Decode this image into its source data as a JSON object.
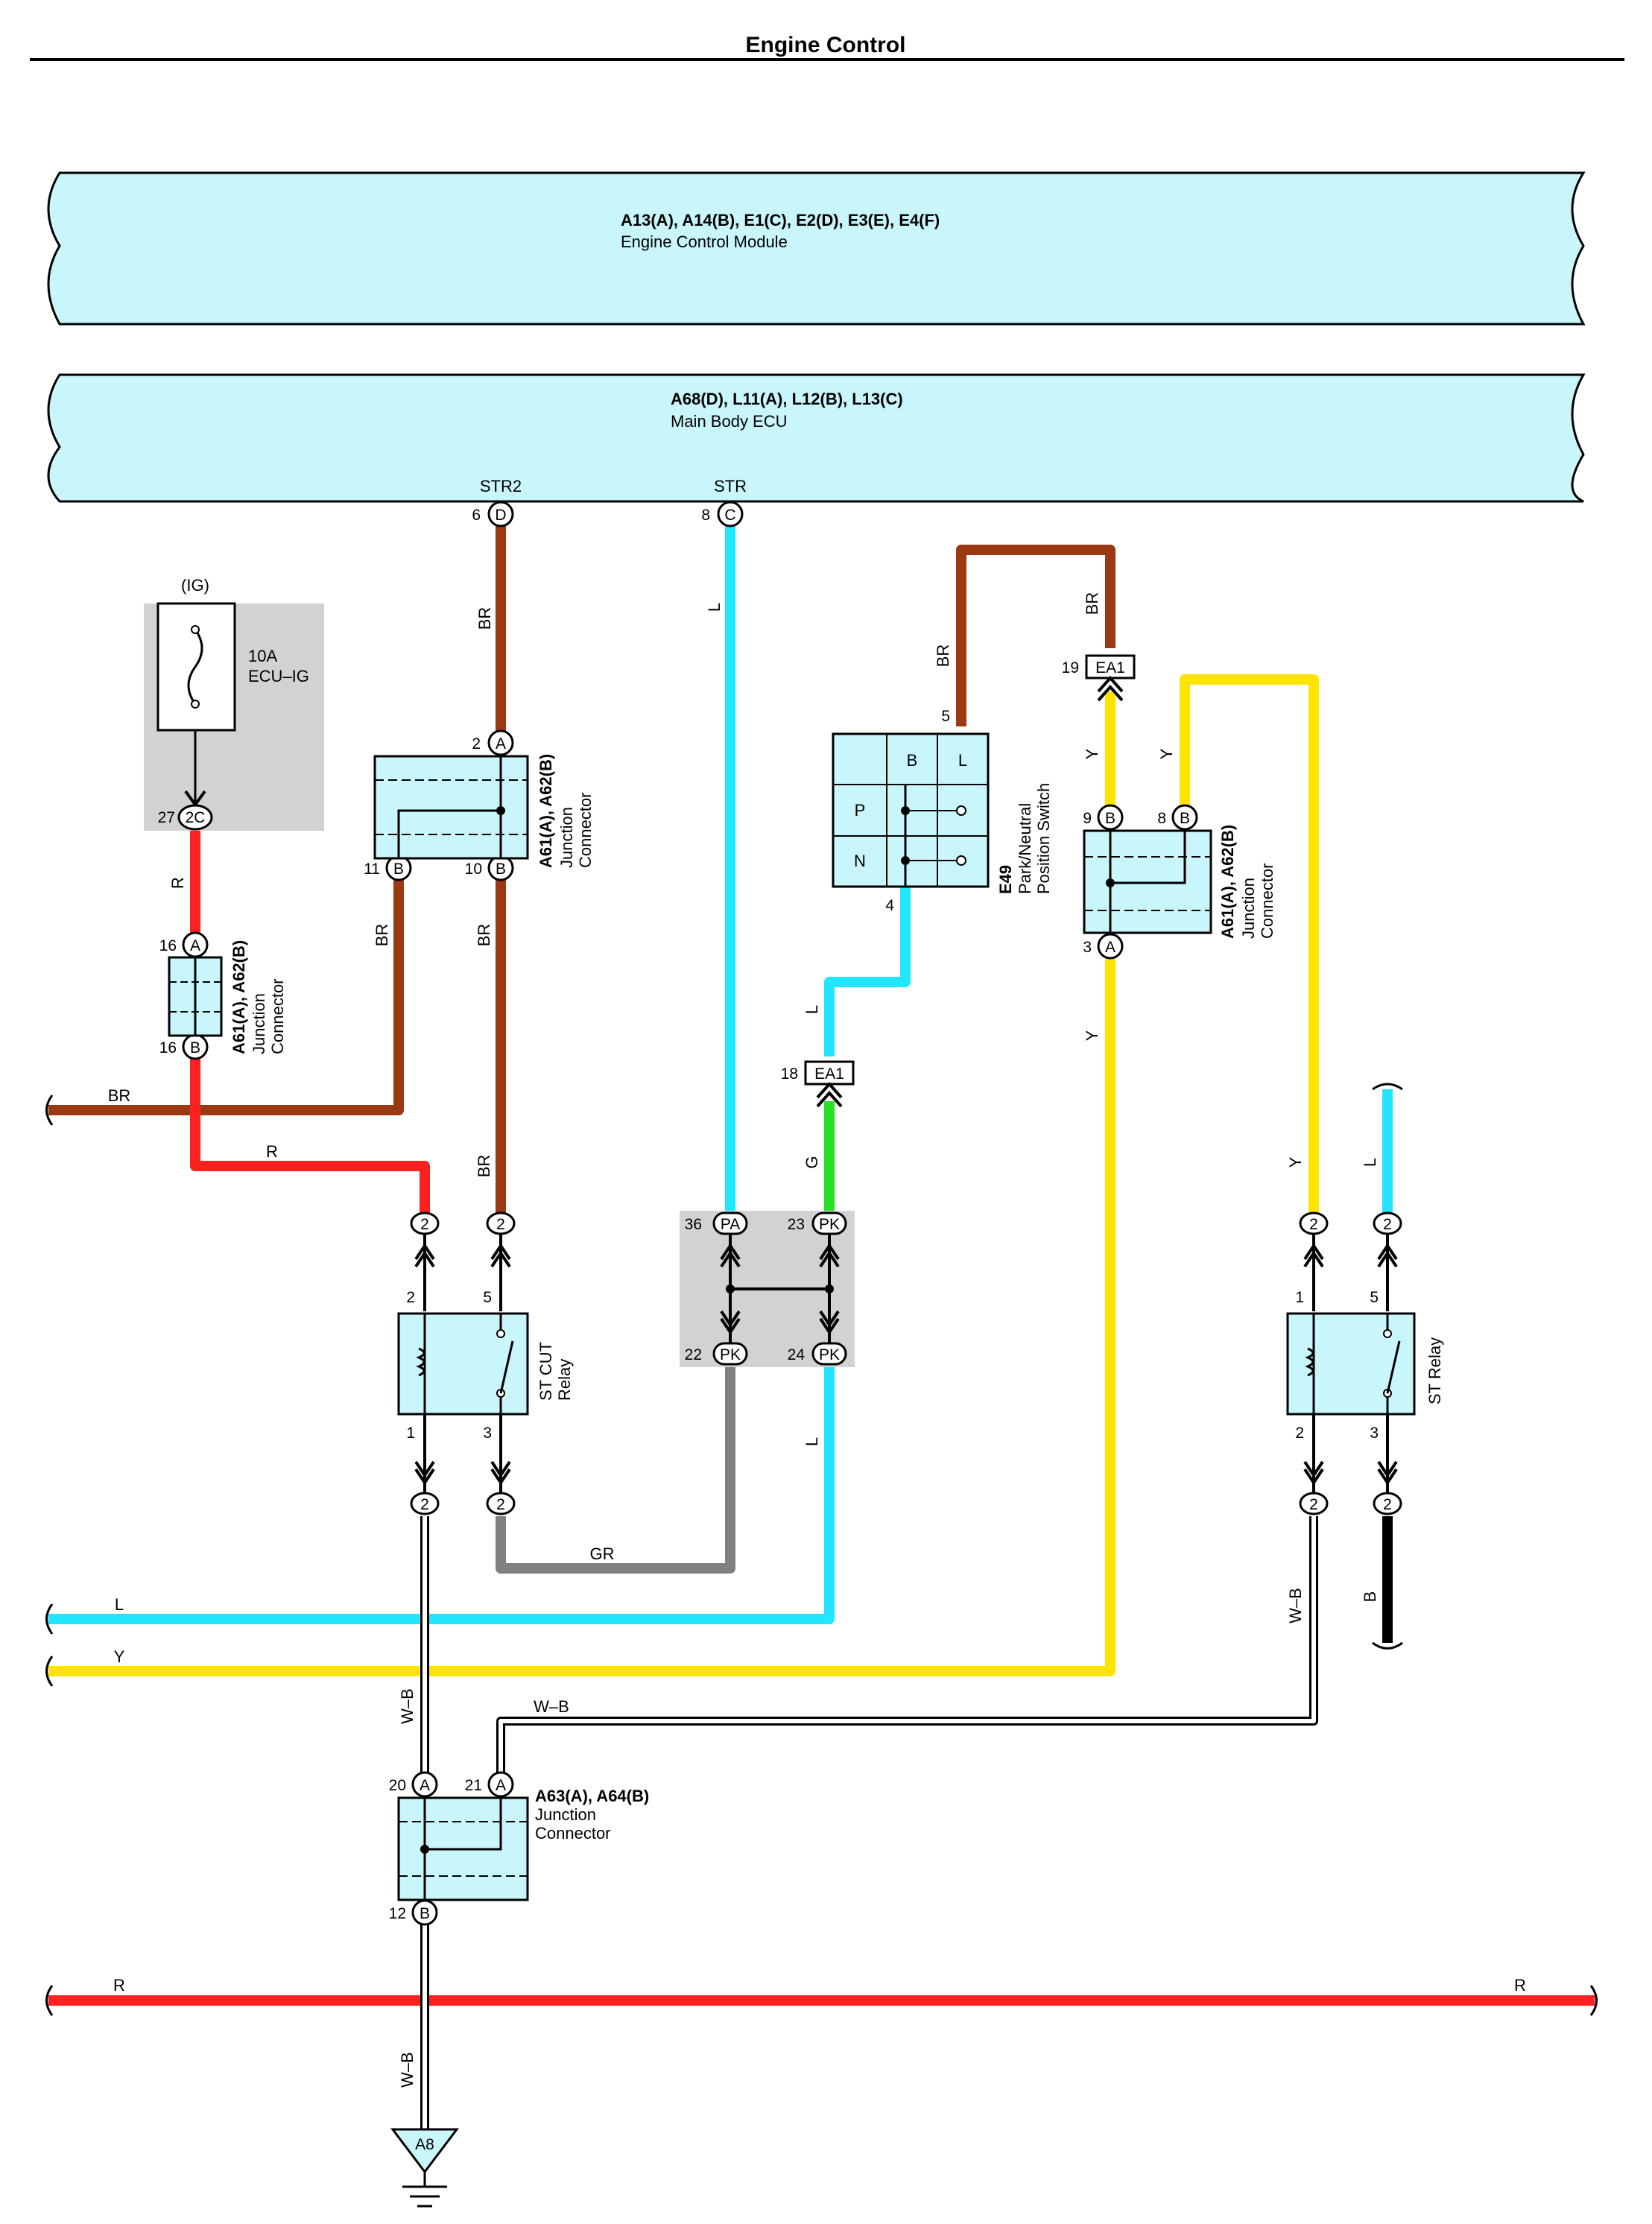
{
  "page": {
    "title": "Engine Control"
  },
  "modules": {
    "ecm": {
      "connectors": "A13(A), A14(B), E1(C), E2(D), E3(E), E4(F)",
      "name": "Engine Control Module"
    },
    "main_body_ecu": {
      "connectors": "A68(D), L11(A), L12(B), L13(C)",
      "name": "Main Body ECU",
      "term_str2": "STR2",
      "term_str": "STR"
    }
  },
  "fuse": {
    "source": "(IG)",
    "rating": "10A",
    "name": "ECU–IG"
  },
  "components": {
    "jc_a61_top": {
      "connectors": "A61(A), A62(B)",
      "name1": "Junction",
      "name2": "Connector"
    },
    "jc_a61_left": {
      "connectors": "A61(A), A62(B)",
      "name1": "Junction",
      "name2": "Connector"
    },
    "jc_a61_right": {
      "connectors": "A61(A), A62(B)",
      "name1": "Junction",
      "name2": "Connector"
    },
    "jc_a63": {
      "connectors": "A63(A), A64(B)",
      "name1": "Junction",
      "name2": "Connector"
    },
    "pn_switch": {
      "code": "E49",
      "name1": "Park/Neutral",
      "name2": "Position Switch",
      "col_b": "B",
      "col_l": "L",
      "row_p": "P",
      "row_n": "N"
    },
    "st_cut_relay": {
      "name1": "ST CUT",
      "name2": "Relay"
    },
    "st_relay": {
      "name": "ST Relay"
    },
    "ground": {
      "code": "A8"
    }
  },
  "pins": {
    "p6": "6",
    "pD": "D",
    "p8": "8",
    "pC": "C",
    "p27": "27",
    "p2C": "2C",
    "p2top": "2",
    "pAtop": "A",
    "p11": "11",
    "pB11": "B",
    "p10": "10",
    "pB10": "B",
    "p16a": "16",
    "pA16": "A",
    "p16b": "16",
    "pB16": "B",
    "p5sw": "5",
    "p4sw": "4",
    "p19": "19",
    "ea1_19": "EA1",
    "p18": "18",
    "ea1_18": "EA1",
    "p9": "9",
    "pB9": "B",
    "p8r": "8",
    "pB8": "B",
    "p3r": "3",
    "pA3": "A",
    "c2a": "2",
    "c2b": "2",
    "c2c": "2",
    "c2d": "2",
    "c2e": "2",
    "c2f": "2",
    "c2g": "2",
    "c2h": "2",
    "p36": "36",
    "pPA": "PA",
    "p23": "23",
    "pPK23": "PK",
    "p22": "22",
    "pPK22": "PK",
    "p24": "24",
    "pPK24": "PK",
    "r1_2": "2",
    "r1_5": "5",
    "r1_1": "1",
    "r1_3": "3",
    "r2_1": "1",
    "r2_5": "5",
    "r2_2": "2",
    "r2_3": "3",
    "p20": "20",
    "pA20": "A",
    "p21": "21",
    "pA21": "A",
    "p12": "12",
    "pB12": "B"
  },
  "wires": {
    "br1": "BR",
    "r1": "R",
    "br2": "BR",
    "br3": "BR",
    "br4": "BR",
    "br5": "BR",
    "r2": "R",
    "br_sw": "BR",
    "br_top": "BR",
    "y1": "Y",
    "y2": "Y",
    "y3": "Y",
    "y4": "Y",
    "l1": "L",
    "l2": "L",
    "l3": "L",
    "l4": "L",
    "g1": "G",
    "gr1": "GR",
    "l_bus": "L",
    "y_bus": "Y",
    "wb1": "W–B",
    "wb2": "W–B",
    "wb3": "W–B",
    "wb4": "W–B",
    "b1": "B",
    "r_bus_l": "R",
    "r_bus_r": "R"
  },
  "colors": {
    "ecu_fill": "#c9f6fb",
    "comp_fill": "#c9f6fb",
    "gray_box": "#d2d2d2",
    "brown": "#9b3a12",
    "red": "#ff2020",
    "cyan": "#22e6ff",
    "yellow": "#ffe400",
    "green": "#27e127",
    "gray_wire": "#808080",
    "black": "#000000"
  }
}
